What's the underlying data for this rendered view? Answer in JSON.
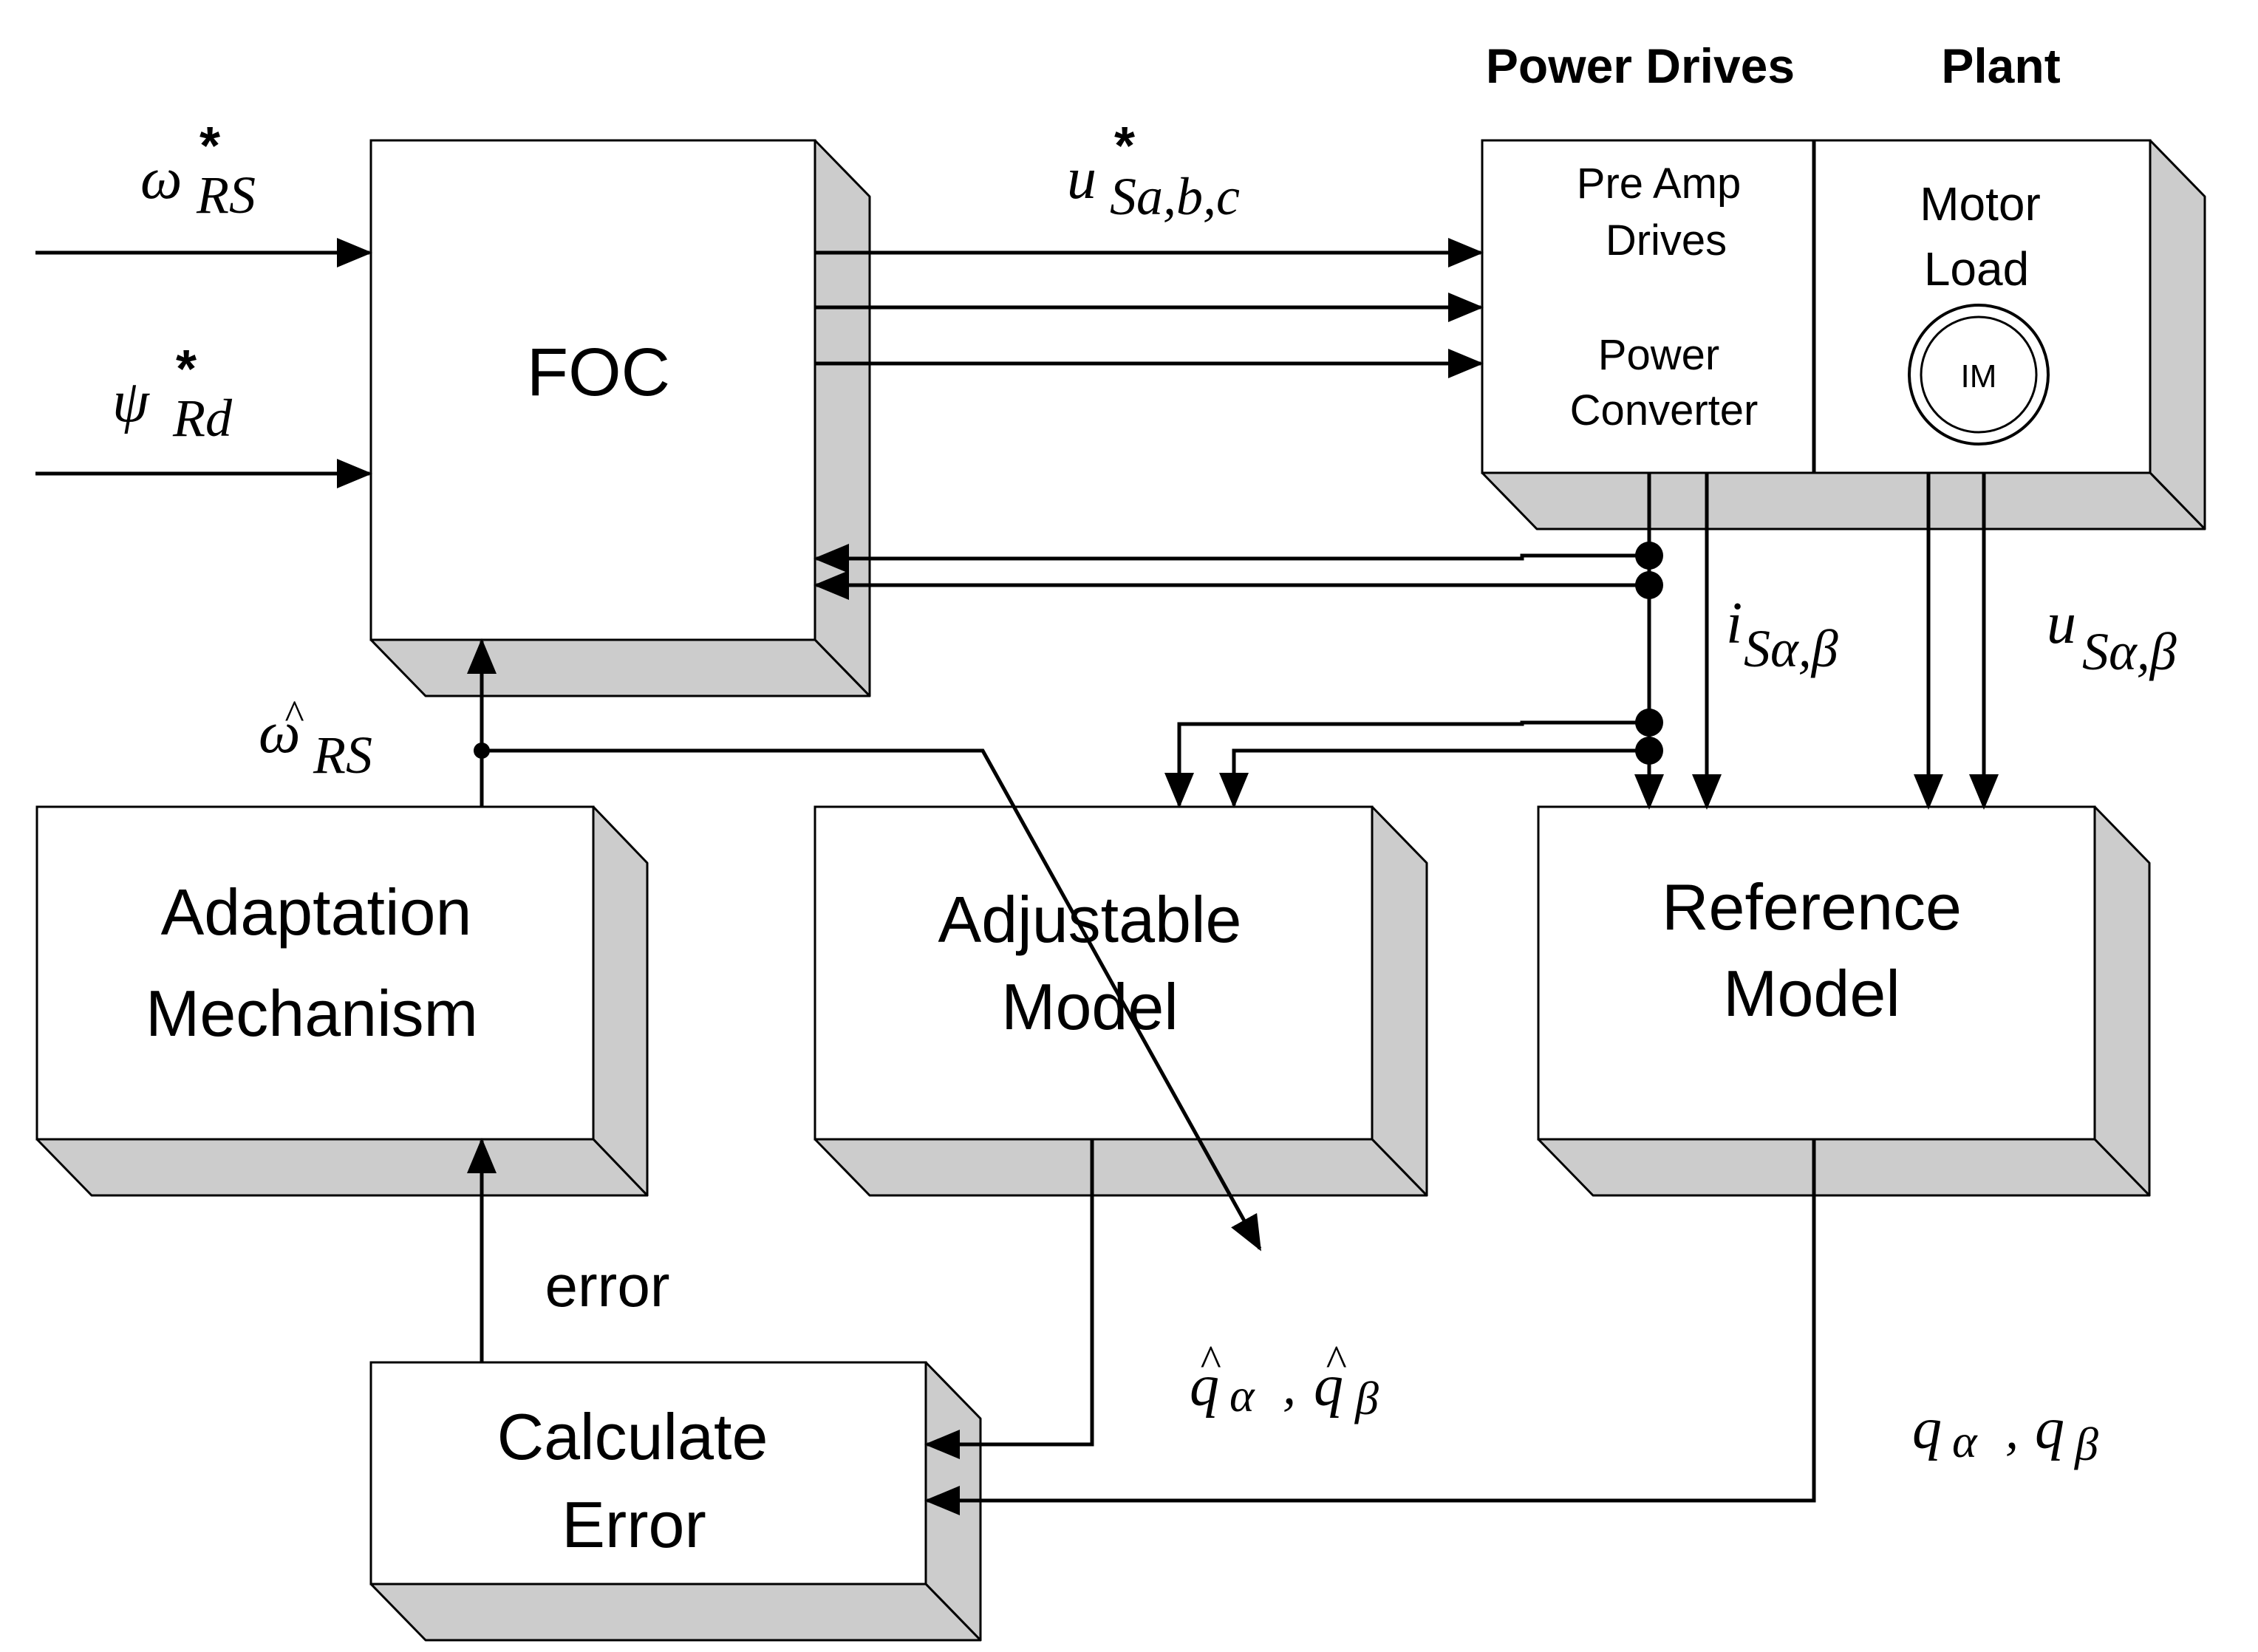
{
  "headers": {
    "power_drives": "Power Drives",
    "plant": "Plant"
  },
  "blocks": {
    "foc": {
      "label": "FOC"
    },
    "adaptation": {
      "line1": "Adaptation",
      "line2": "Mechanism"
    },
    "adjustable": {
      "line1": "Adjustable",
      "line2": "Model"
    },
    "reference": {
      "line1": "Reference",
      "line2": "Model"
    },
    "calculate": {
      "line1": "Calculate",
      "line2": "Error"
    },
    "drives": {
      "preamp1": "Pre Amp",
      "preamp2": "Drives",
      "converter1": "Power",
      "converter2": "Converter",
      "motor1": "Motor",
      "motor2": "Load",
      "im": "IM"
    }
  },
  "signals": {
    "omega_ref": {
      "base": "ω",
      "sub": "RS",
      "sup": "*"
    },
    "psi_ref": {
      "base": "ψ",
      "sub": "Rd",
      "sup": "*"
    },
    "u_ref": {
      "base": "u",
      "sub": "Sa,b,c",
      "sup": "*"
    },
    "omega_est": {
      "base": "ω",
      "sub": "RS",
      "hat": "^"
    },
    "i_s": {
      "base": "i",
      "sub": "Sα,β"
    },
    "u_s": {
      "base": "u",
      "sub": "Sα,β"
    },
    "q_hat": {
      "a_base": "q",
      "a_sub": "α",
      "sep": ",",
      "b_base": "q",
      "b_sub": "β",
      "hat": "^"
    },
    "q_ref": {
      "a_base": "q",
      "a_sub": "α",
      "sep": ",",
      "b_base": "q",
      "b_sub": "β"
    },
    "error": "error"
  }
}
